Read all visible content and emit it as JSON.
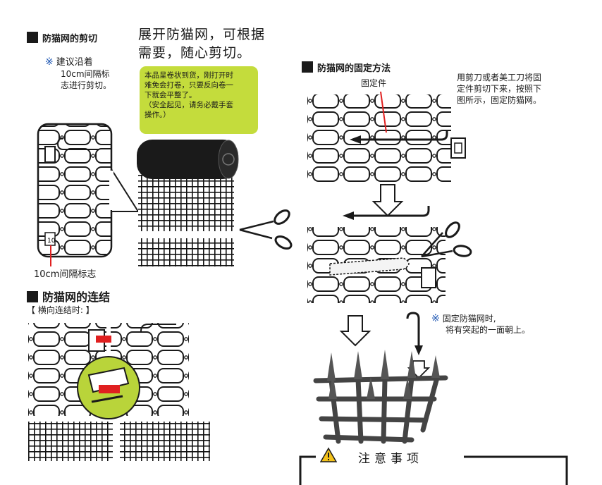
{
  "left": {
    "cut_heading": "防猫网的剪切",
    "cut_note_mark": "※",
    "cut_note_line1": "建议沿着",
    "cut_note_line2": "10cm间隔标",
    "cut_note_line3": "志进行剪切。",
    "unroll_line1": "展开防猫网，可根据",
    "unroll_line2": "需要，随心剪切。",
    "callout_line1": "本品呈卷状到货，刚打开时",
    "callout_line2": "难免会打卷，只要反向卷一",
    "callout_line3": "下就会平整了。",
    "callout_line4": "（安全起见，请务必戴手套",
    "callout_line5": "操作。）",
    "marker_number": "10",
    "interval_label": "10cm间隔标志",
    "connect_heading": "防猫网的连结",
    "horizontal_label": "【 横向连结时: 】"
  },
  "right": {
    "fix_heading": "防猫网的固定方法",
    "fastener_label": "固定件",
    "fix_desc_line1": "用剪刀或者美工刀将固",
    "fix_desc_line2": "定件剪切下来，按照下",
    "fix_desc_line3": "图所示，固定防猫网。",
    "note_mark": "※",
    "note_line1": "固定防猫网时,",
    "note_line2": "将有突起的一面朝上。",
    "caution_title": "注意事项",
    "warning_icon": "warning-triangle-icon"
  },
  "colors": {
    "callout_bg": "#c4dc3c",
    "note_mark": "#1f57b3",
    "accent_red": "#e02020",
    "zoom_circle": "#b9d43a",
    "warning_yellow": "#f4c21a"
  }
}
